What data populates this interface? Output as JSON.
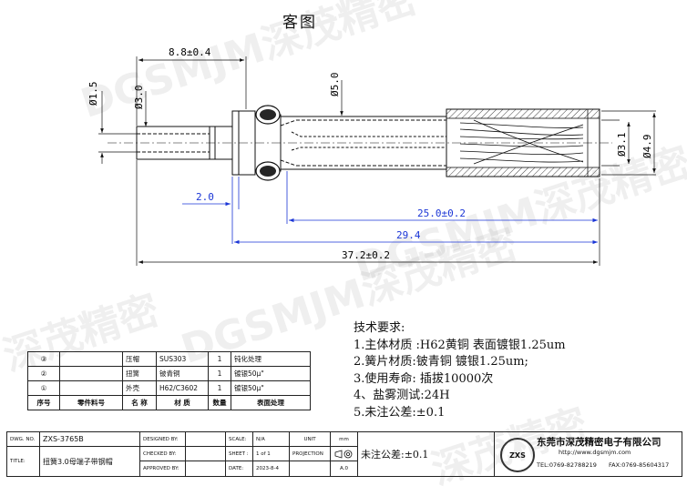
{
  "title": "客图",
  "watermarks": [
    "DGSMJM深茂精密",
    "DGSMJM深茂精密",
    "DGSMJM深茂精密",
    "深茂精密",
    "深茂精密"
  ],
  "dimensions": {
    "d1": "8.8±0.4",
    "d2": "Ø1.5",
    "d3": "Ø3.0",
    "d4": "Ø5.0",
    "d5": "Ø3.1",
    "d6": "Ø4.9",
    "d7": "2.0",
    "d8": "25.0±0.2",
    "d9": "29.4",
    "d10": "37.2±0.2"
  },
  "requirements": {
    "heading": "技术要求:",
    "items": [
      "1.主体材质 :H62黄铜 表面镀银1.25um",
      "2.簧片材质:铍青铜  镀银1.25um;",
      "3.使用寿命: 插拔10000次",
      "4、盐雾测试:24H",
      "5.未注公差:±0.1"
    ]
  },
  "bom": {
    "rows": [
      {
        "no": "③",
        "part": "",
        "name": "压帽",
        "material": "SUS303",
        "qty": "1",
        "finish": "钝化处理"
      },
      {
        "no": "②",
        "part": "",
        "name": "扭簧",
        "material": "铍青铜",
        "qty": "1",
        "finish": "镀银50μ\""
      },
      {
        "no": "①",
        "part": "",
        "name": "外壳",
        "material": "H62/C3602",
        "qty": "1",
        "finish": "镀银50μ\""
      }
    ],
    "header": {
      "no": "序号",
      "part": "零件料号",
      "name": "名 称",
      "material": "材 质",
      "qty": "数量",
      "finish": "表面处理"
    }
  },
  "titleblock": {
    "dwg_no_label": "DWG. NO.",
    "dwg_no": "ZXS-3765B",
    "title_label": "TITLE:",
    "title": "扭簧3.0母端子带钢帽",
    "designed_by": "DESIGNED BY:",
    "checked_by": "CHECKED BY:",
    "approved_by": "APPROVED BY:",
    "scale_label": "SCALE:",
    "scale": "N/A",
    "sheet_label": "SHEET :",
    "sheet": "1 of 1",
    "date_label": "DATE:",
    "date": "2023-8-4",
    "unit_label": "UNIT",
    "unit": "mm",
    "projection_label": "PROJECTION",
    "rev": "A.0",
    "tolerance": "未注公差:±0.1",
    "company": "东莞市深茂精密电子有限公司",
    "logo": "ZXS",
    "website": "http://www.dgsmjm.com",
    "tel": "TEL:0769-82788219",
    "fax": "FAX:0769-85604317"
  },
  "colors": {
    "dim_blue": "#1a35d6",
    "line": "#111111",
    "watermark": "#999999"
  }
}
